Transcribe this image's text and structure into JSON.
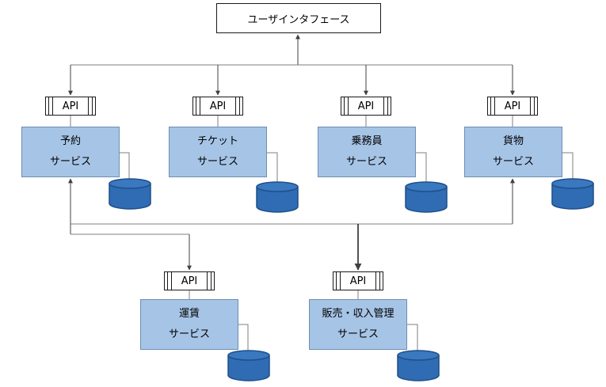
{
  "ui": {
    "label": "ユーザインタフェース"
  },
  "api_label": "API",
  "services": [
    {
      "id": "yoyaku",
      "line1": "予約",
      "line2": "サービス"
    },
    {
      "id": "ticket",
      "line1": "チケット",
      "line2": "サービス"
    },
    {
      "id": "jomuin",
      "line1": "乗務員",
      "line2": "サービス"
    },
    {
      "id": "kamotsu",
      "line1": "貨物",
      "line2": "サービス"
    },
    {
      "id": "unchin",
      "line1": "運賃",
      "line2": "サービス"
    },
    {
      "id": "hanbai",
      "line1": "販売・収入管理",
      "line2": "サービス"
    }
  ],
  "colors": {
    "service_fill": "#a6c4e6",
    "service_border": "#6d8fb3",
    "db_fill": "#2f6cb3",
    "db_stroke": "#1e4f8a",
    "line": "#7f7f7f",
    "arrow": "#1a1a1a"
  }
}
